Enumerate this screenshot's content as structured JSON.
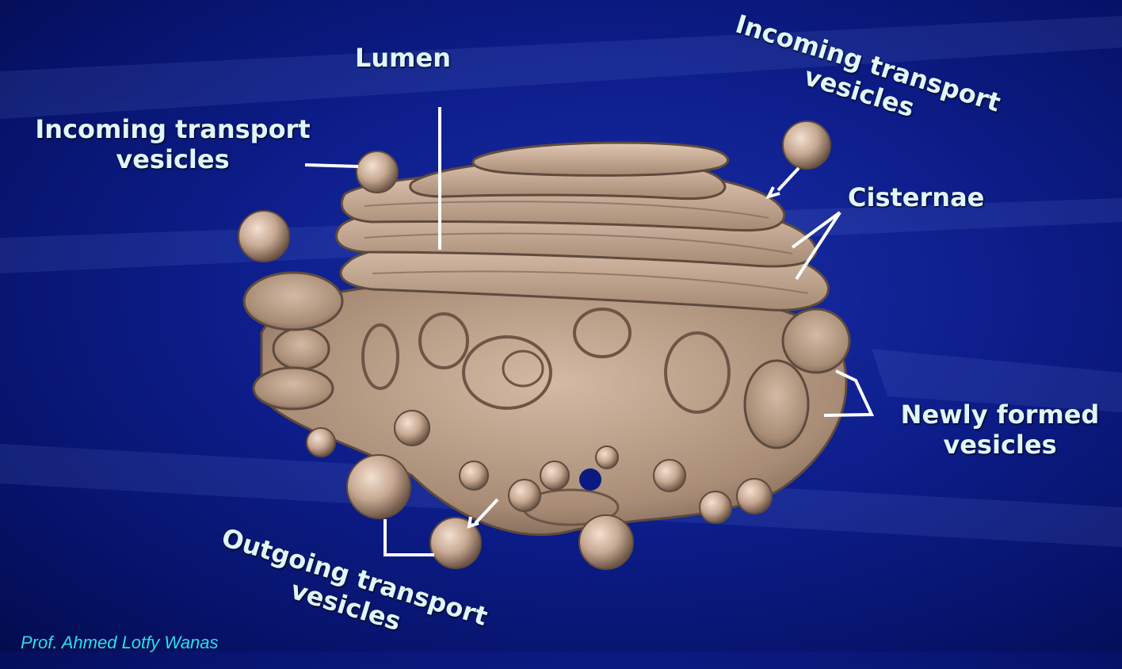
{
  "labels": {
    "lumen": "Lumen",
    "incoming_left_line1": "Incoming transport",
    "incoming_left_line2": "vesicles",
    "incoming_right_line1": "Incoming transport",
    "incoming_right_line2": "vesicles",
    "cisternae": "Cisternae",
    "newly_formed_line1": "Newly formed",
    "newly_formed_line2": "vesicles",
    "outgoing_line1": "Outgoing transport",
    "outgoing_line2": "vesicles"
  },
  "credit": "Prof. Ahmed Lotfy Wanas",
  "colors": {
    "background": "#0d1d8a",
    "organelle": "#c8ad96",
    "organelle_shadow": "#6e5a4a",
    "label_text": "#dff6ff",
    "pointer_lines": "#ffffff",
    "credit_text": "#27e0ea"
  }
}
